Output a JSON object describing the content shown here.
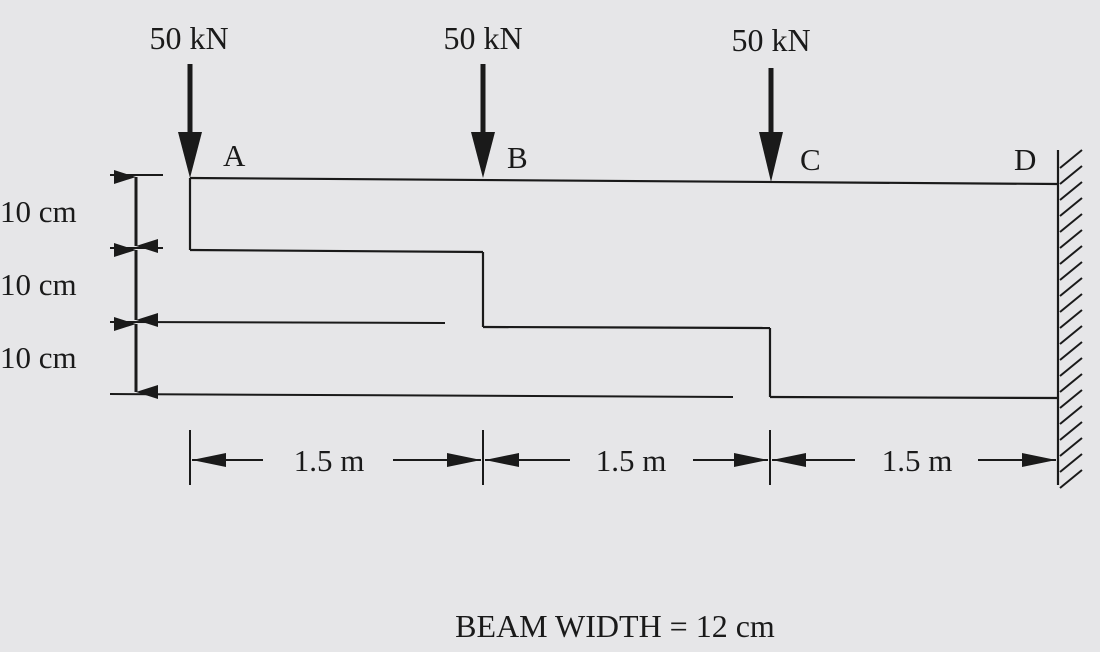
{
  "loads": [
    {
      "label": "50 kN"
    },
    {
      "label": "50 kN"
    },
    {
      "label": "50 kN"
    }
  ],
  "points": [
    "A",
    "B",
    "C",
    "D"
  ],
  "span_dimensions": [
    "1.5 m",
    "1.5 m",
    "1.5 m"
  ],
  "depth_dimensions": [
    "10 cm",
    "10 cm",
    "10 cm"
  ],
  "footnote": "BEAM WIDTH = 12 cm",
  "colors": {
    "background": "#e6e6e8",
    "ink": "#1a1a1a"
  }
}
